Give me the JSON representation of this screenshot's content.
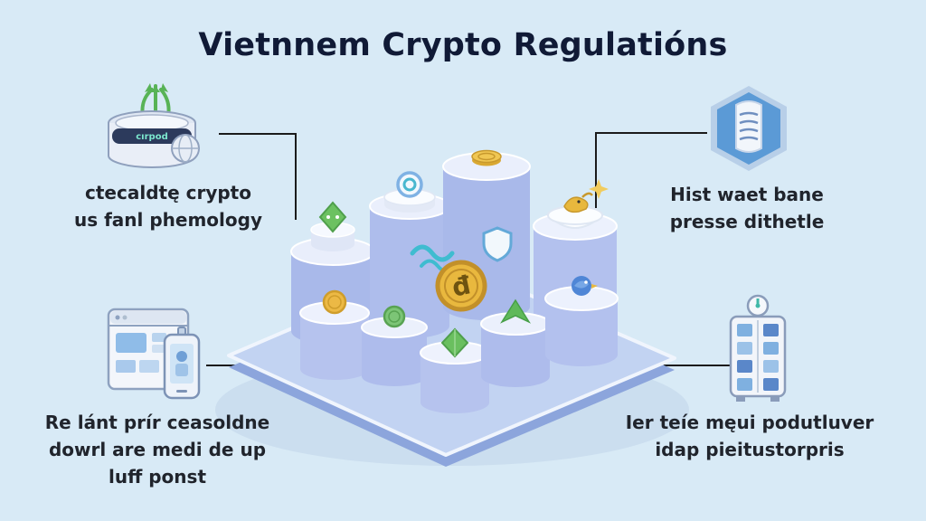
{
  "title": "Vietnnem Crypto Regulatións",
  "center": {
    "coin_symbol": "đ"
  },
  "callouts": {
    "top_left": {
      "icon": "crypto-growth-canister-icon",
      "icon_text": "cırpod",
      "lines": [
        "ctecaldtę crypto",
        "us fanl phemology"
      ]
    },
    "top_right": {
      "icon": "document-hexagon-icon",
      "lines": [
        "Hist waet bane",
        "presse dithetle"
      ]
    },
    "bottom_left": {
      "icon": "browser-phone-icon",
      "lines": [
        "Re lánt prír ceasoldne",
        "dowrl are medi de up",
        "luff ponst"
      ]
    },
    "bottom_right": {
      "icon": "server-cabinet-icon",
      "lines": [
        "Ier teíe męui podutluver",
        "idap pieitustorpris"
      ]
    }
  },
  "colors": {
    "background": "#d8eaf6",
    "title": "#101a36",
    "label": "#20242c",
    "platform_top": "#c2d3f2",
    "platform_side": "#8ca5dc",
    "pedestal": "#a9b9ea",
    "pedestal_top": "#eaeffc",
    "coin_gold": "#e9b83e",
    "green": "#6cc161",
    "teal": "#3fbcd0",
    "connector": "#1b1b1b"
  }
}
